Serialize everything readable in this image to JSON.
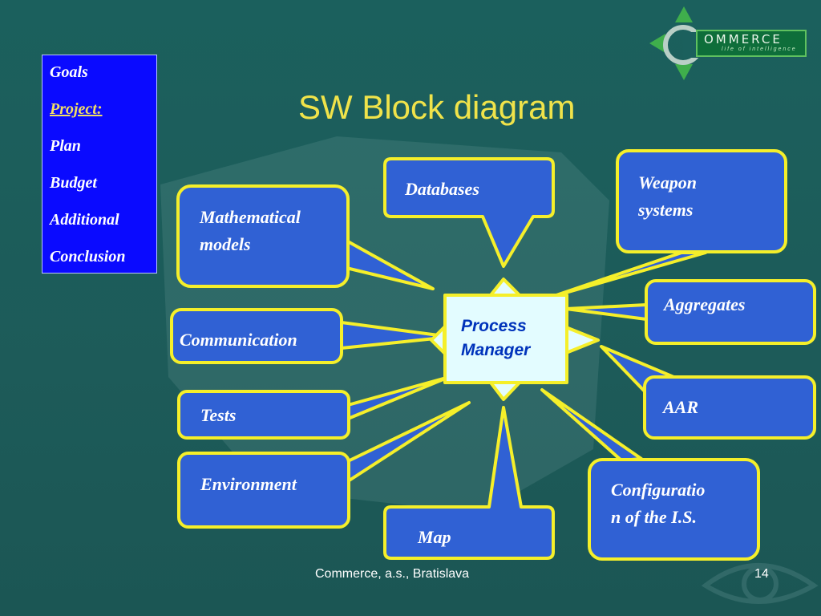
{
  "nav": {
    "items": [
      "Goals",
      "Project:",
      "Plan",
      "Budget",
      "Additional",
      "Conclusion"
    ],
    "active_index": 1
  },
  "slide": {
    "title": "SW Block diagram",
    "footer": "Commerce, a.s., Bratislava",
    "page_number": "14"
  },
  "logo": {
    "wordmark": "OMMERCE",
    "tagline": "life of intelligence",
    "letter": "C"
  },
  "diagram": {
    "center": {
      "line1": "Process",
      "line2": "Manager"
    },
    "blocks": {
      "databases": "Databases",
      "weapon_line1": "Weapon",
      "weapon_line2": "systems",
      "math_line1": "Mathematical",
      "math_line2": "models",
      "aggregates": "Aggregates",
      "communication": "Communication",
      "aar": "AAR",
      "tests": "Tests",
      "environment": "Environment",
      "config_line1": "Configuratio",
      "config_line2": "n of the I.S.",
      "map": "Map"
    }
  },
  "colors": {
    "background": "#1d5e5c",
    "block_fill": "#3061d4",
    "block_border": "#f5ef2a",
    "nav_fill": "#0a0aff",
    "title": "#f0e34a",
    "center_fill": "#e3fcff"
  }
}
